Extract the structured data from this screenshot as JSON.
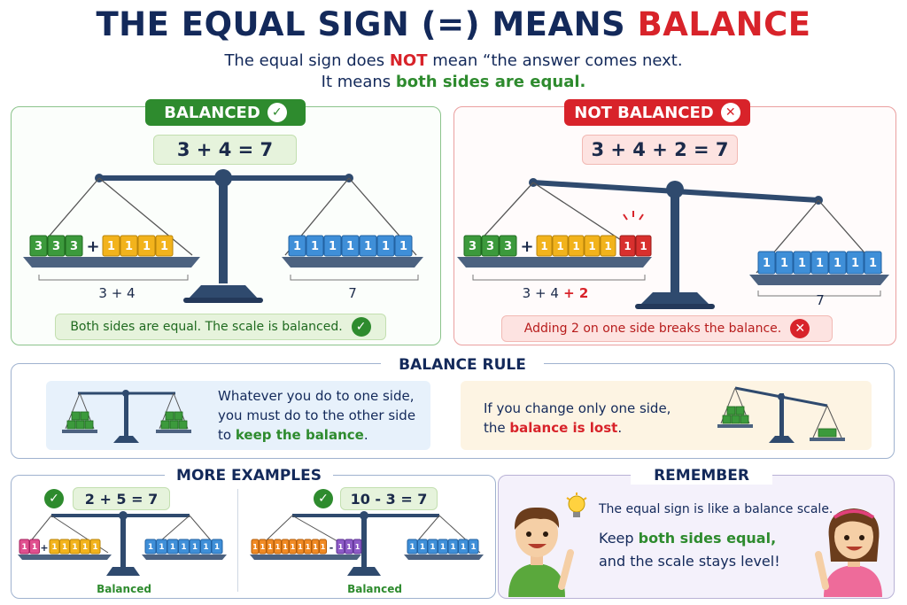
{
  "title": {
    "part1": "THE EQUAL SIGN (=) MEANS ",
    "part2": "BALANCE"
  },
  "subtitle": {
    "line1_a": "The equal sign does ",
    "line1_b": "NOT",
    "line1_c": " mean “the answer comes next.",
    "line2_a": "It means ",
    "line2_b": "both sides are equal."
  },
  "balanced_panel": {
    "badge": "BALANCED",
    "equation": "3 + 4 = 7",
    "left_blocks": [
      "3",
      "3",
      "3"
    ],
    "right_blocks_left": [
      "1",
      "1",
      "1",
      "1"
    ],
    "right_side_blocks": [
      "1",
      "1",
      "1",
      "1",
      "1",
      "1",
      "1"
    ],
    "plus": "+",
    "left_label": "3 + 4",
    "right_label": "7",
    "note": "Both sides are equal. The scale is balanced."
  },
  "not_balanced_panel": {
    "badge": "NOT BALANCED",
    "equation": "3 + 4 + 2 = 7",
    "left_blocks": [
      "3",
      "3",
      "3"
    ],
    "yellow_blocks": [
      "1",
      "1",
      "1",
      "1",
      "1"
    ],
    "red_blocks": [
      "1",
      "1"
    ],
    "right_side_blocks": [
      "1",
      "1",
      "1",
      "1",
      "1",
      "1",
      "1"
    ],
    "plus": "+",
    "left_label_a": "3 + 4",
    "left_label_b": " + 2",
    "right_label": "7",
    "note": "Adding 2 on one side breaks the balance."
  },
  "balance_rule": {
    "title": "BALANCE RULE",
    "left_text_1": "Whatever you do to one side,",
    "left_text_2": "you must do to the other side",
    "left_text_3a": "to ",
    "left_text_3b": "keep the balance",
    "left_text_3c": ".",
    "right_text_1": "If you change only one side,",
    "right_text_2a": "the ",
    "right_text_2b": "balance is lost",
    "right_text_2c": "."
  },
  "more_examples": {
    "title": "MORE EXAMPLES",
    "ex1": {
      "equation": "2 + 5 = 7",
      "label": "Balanced",
      "left_pink": [
        "1",
        "1"
      ],
      "left_yellow": [
        "1",
        "1",
        "1",
        "1",
        "1"
      ],
      "right": [
        "1",
        "1",
        "1",
        "1",
        "1",
        "1",
        "1"
      ],
      "op": "+"
    },
    "ex2": {
      "equation": "10 - 3 = 7",
      "label": "Balanced",
      "left_orange": [
        "1",
        "1",
        "1",
        "1",
        "1",
        "1",
        "1",
        "1",
        "1",
        "1"
      ],
      "left_purple": [
        "1",
        "1",
        "1"
      ],
      "right": [
        "1",
        "1",
        "1",
        "1",
        "1",
        "1",
        "1"
      ],
      "op": "-"
    }
  },
  "remember": {
    "title": "REMEMBER",
    "line1": "The equal sign is like a balance scale.",
    "line2a": "Keep ",
    "line2b": "both sides equal,",
    "line3": "and the scale stays level!"
  },
  "colors": {
    "navy": "#13295a",
    "green": "#2e8b2e",
    "red": "#d8232a",
    "blue_block": "#3f8fd8",
    "yellow_block": "#f2b31c",
    "green_block": "#3c9a3c",
    "red_block": "#d8302e"
  }
}
